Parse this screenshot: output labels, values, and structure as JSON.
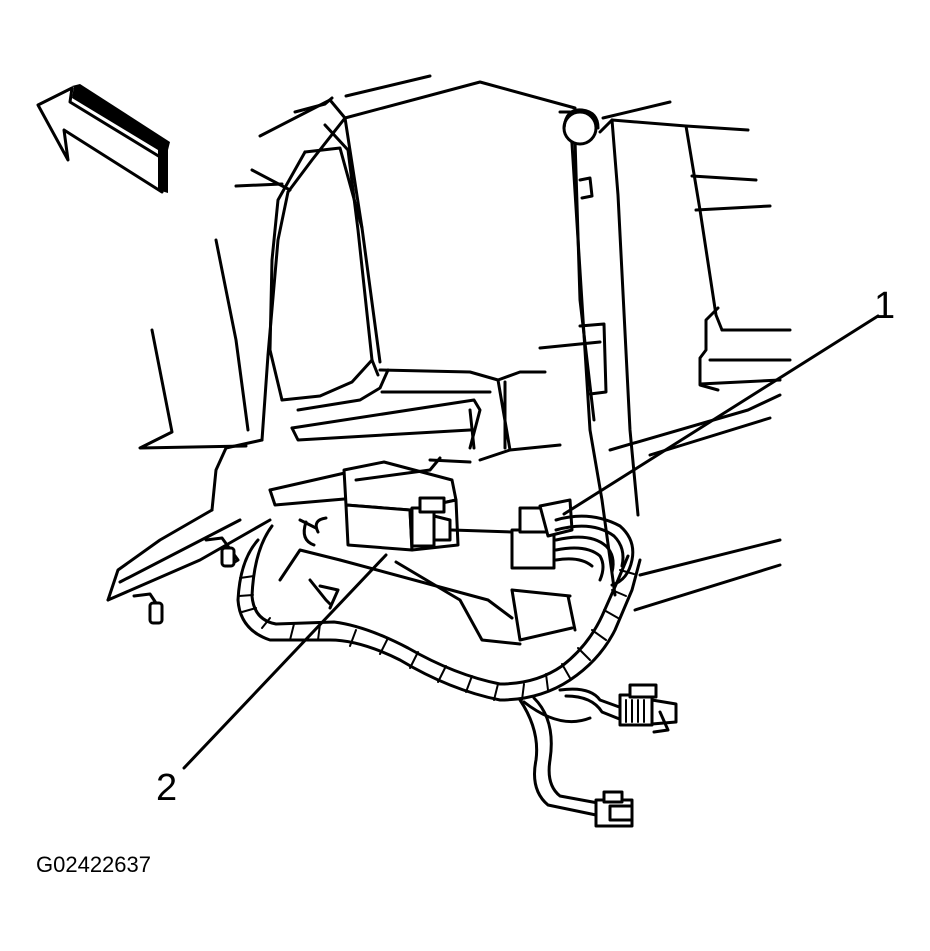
{
  "figure": {
    "id": "G02422637"
  },
  "callouts": [
    {
      "number": "1"
    },
    {
      "number": "2"
    }
  ],
  "icons": {
    "direction_arrow": "forward-arrow-icon"
  }
}
